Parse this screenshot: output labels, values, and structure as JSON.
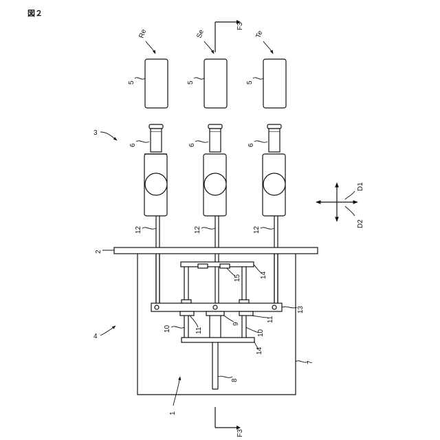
{
  "figure_title": "図２",
  "section_marks": {
    "top": "F3",
    "bottom": "F3"
  },
  "phase_labels": [
    "Re",
    "Se",
    "Te"
  ],
  "direction_labels": {
    "d1": "D1",
    "d2": "D2"
  },
  "labels": {
    "l1": "1",
    "l2": "2",
    "l3": "3",
    "l4": "4",
    "l5": "5",
    "l6": "6",
    "l7": "7",
    "l8": "8",
    "l9": "9",
    "l10": "10",
    "l11": "11",
    "l12": "12",
    "l13": "13",
    "l14": "14",
    "l15": "15"
  }
}
